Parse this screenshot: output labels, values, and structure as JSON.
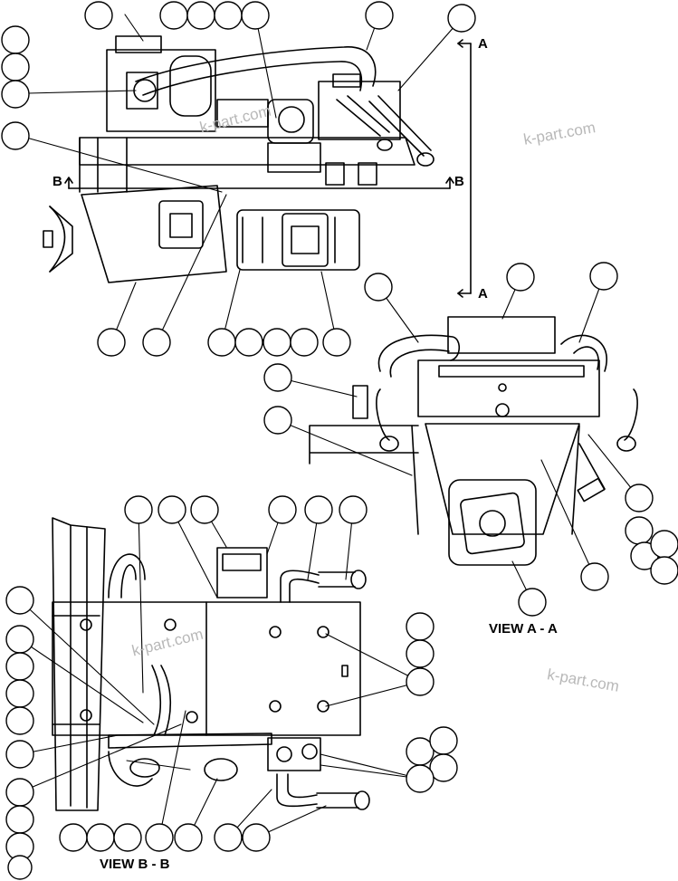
{
  "views": {
    "view_aa": "VIEW A - A",
    "view_bb": "VIEW B - B"
  },
  "section_markers": {
    "a_top": "A",
    "a_bottom": "A",
    "b_left": "B",
    "b_right": "B"
  },
  "watermarks": [
    "k-part.com",
    "k-part.com",
    "k-part.com",
    "k-part.com"
  ],
  "callout_style": {
    "circle_fill": "#ffffff",
    "line_color": "#000000"
  }
}
